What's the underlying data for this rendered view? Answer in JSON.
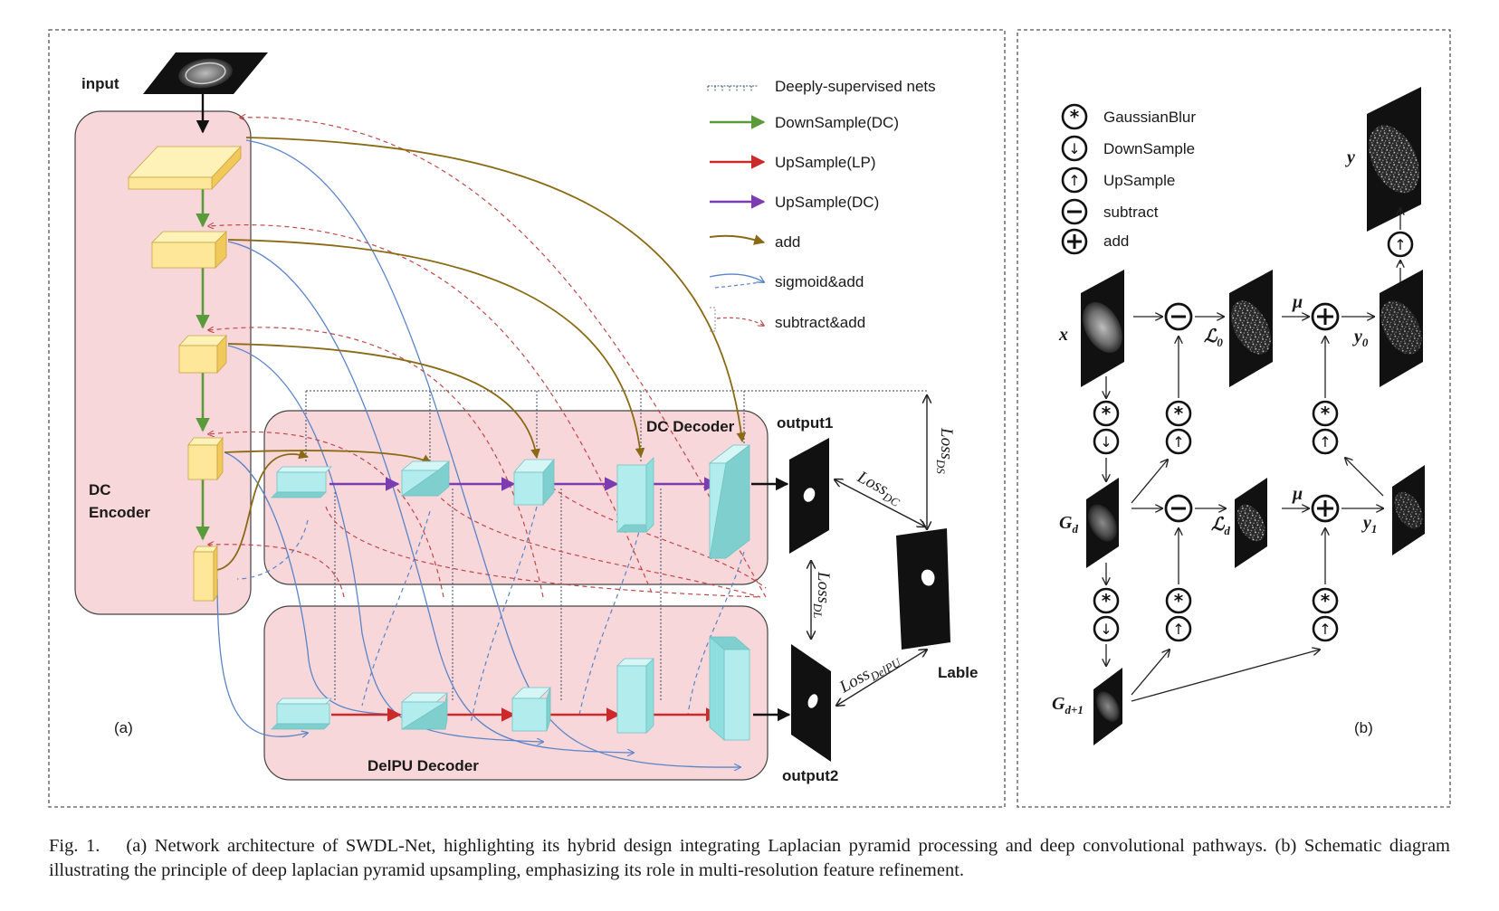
{
  "panel_a": {
    "input_label": "input",
    "encoder_label_line1": "DC",
    "encoder_label_line2": "Encoder",
    "dc_decoder_label": "DC Decoder",
    "delpu_decoder_label": "DelPU  Decoder",
    "output1_label": "output1",
    "output2_label": "output2",
    "label_label": "Lable",
    "loss_dc": "Loss",
    "loss_dc_sub": "DC",
    "loss_ds": "Loss",
    "loss_ds_sub": "DS",
    "loss_dl": "Loss",
    "loss_dl_sub": "DL",
    "loss_delpu": "Loss",
    "loss_delpu_sub": "DelPU",
    "panel_tag": "(a)",
    "legend": [
      {
        "label": "Deeply-supervised nets",
        "style": "dotted",
        "color": "#3a5070"
      },
      {
        "label": "DownSample(DC)",
        "style": "solid",
        "color": "#5a9a3a"
      },
      {
        "label": "UpSample(LP)",
        "style": "solid",
        "color": "#cc2a2a"
      },
      {
        "label": "UpSample(DC)",
        "style": "solid",
        "color": "#7a3cb0"
      },
      {
        "label": "add",
        "style": "solid",
        "color": "#8a6a14"
      },
      {
        "label": "sigmoid&add",
        "style": "solid+dashed",
        "color": "#5a84c8"
      },
      {
        "label": "subtract&add",
        "style": "dashed",
        "color": "#c04848"
      }
    ]
  },
  "panel_b": {
    "panel_tag": "(b)",
    "legend": [
      {
        "symbol": "*",
        "label": "GaussianBlur"
      },
      {
        "symbol": "↓",
        "label": "DownSample"
      },
      {
        "symbol": "↑",
        "label": "UpSample"
      },
      {
        "symbol": "−",
        "label": "subtract"
      },
      {
        "symbol": "+",
        "label": "add"
      }
    ],
    "var_x": "x",
    "var_y": "y",
    "var_y0": "y",
    "var_y0_sub": "0",
    "var_y1": "y",
    "var_y1_sub": "1",
    "var_gd": "G",
    "var_gd_sub": "d",
    "var_gd1": "G",
    "var_gd1_sub": "d+1",
    "var_l0": "ℒ",
    "var_l0_sub": "0",
    "var_ld": "ℒ",
    "var_ld_sub": "d",
    "mu": "μ"
  },
  "caption": {
    "text": "Fig. 1.  (a) Network architecture of SWDL-Net, highlighting its hybrid design integrating Laplacian pyramid processing and deep convolutional pathways. (b) Schematic diagram illustrating the principle of deep laplacian pyramid upsampling, emphasizing its role in multi-resolution feature refinement."
  },
  "colors": {
    "pink_panel": "#f8d7da",
    "yellow_block": "#ffe79a",
    "cyan_block": "#b3ecec",
    "green_arrow": "#5a9a3a",
    "red_arrow": "#cc2a2a",
    "purple_arrow": "#7a3cb0",
    "olive_arrow": "#8a6a14",
    "blue_line": "#5a84c8",
    "red_dashed": "#c04848"
  }
}
